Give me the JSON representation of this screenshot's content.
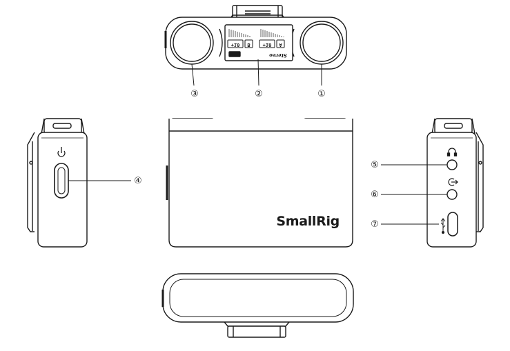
{
  "diagram": {
    "brand_label": "SmallRig",
    "lcd": {
      "channel_a": "A",
      "channel_b": "B",
      "gain_a": "+10",
      "gain_b": "+10",
      "mode": "Stereo"
    },
    "callouts": {
      "c1": "①",
      "c2": "②",
      "c3": "③",
      "c4": "④",
      "c5": "⑤",
      "c6": "⑥",
      "c7": "⑦"
    },
    "icons": {
      "power": "power-icon",
      "headphone": "headphone-icon",
      "output": "audio-output-icon",
      "usb": "usb-icon"
    }
  }
}
